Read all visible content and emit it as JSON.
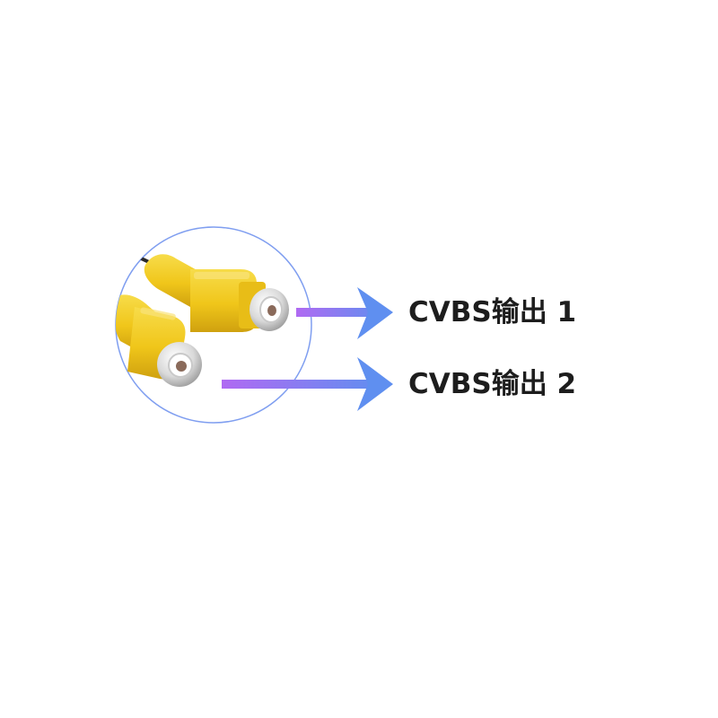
{
  "outputs": [
    {
      "label": "CVBS输出 1"
    },
    {
      "label": "CVBS输出 2"
    }
  ],
  "colors": {
    "circle_stroke": "#7f9ef0",
    "arrow_start": "#b06af2",
    "arrow_end": "#5f8ff0",
    "connector_yellow": "#f2cc1e",
    "connector_shadow": "#d4a712",
    "metal": "#e3e3e3",
    "text": "#1d1d1d"
  },
  "icons": [
    "rca-female-connector-1",
    "rca-female-connector-2",
    "cable"
  ]
}
